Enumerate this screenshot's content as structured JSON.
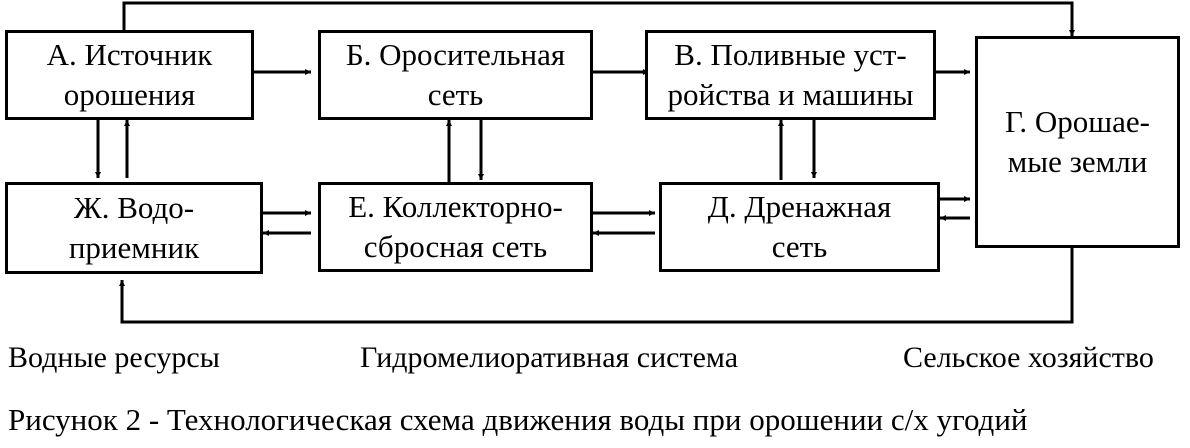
{
  "nodes": {
    "a": {
      "line1": "А. Источник",
      "line2": "орошения"
    },
    "b": {
      "line1": "Б. Оросительная",
      "line2": "сеть"
    },
    "v": {
      "line1": "В. Поливные уст-",
      "line2": "ройства и машины"
    },
    "g": {
      "line1": "Г. Орошае-",
      "line2": "мые земли"
    },
    "zh": {
      "line1": "Ж. Водо-",
      "line2": "приемник"
    },
    "e": {
      "line1": "Е. Коллекторно-",
      "line2": "сбросная сеть"
    },
    "d": {
      "line1": "Д. Дренажная",
      "line2": "сеть"
    }
  },
  "section_labels": {
    "water": "Водные ресурсы",
    "system": "Гидромелиоративная система",
    "agriculture": "Сельское хозяйство"
  },
  "caption": "Рисунок 2 - Технологическая схема движения воды при орошении с/х угодий"
}
